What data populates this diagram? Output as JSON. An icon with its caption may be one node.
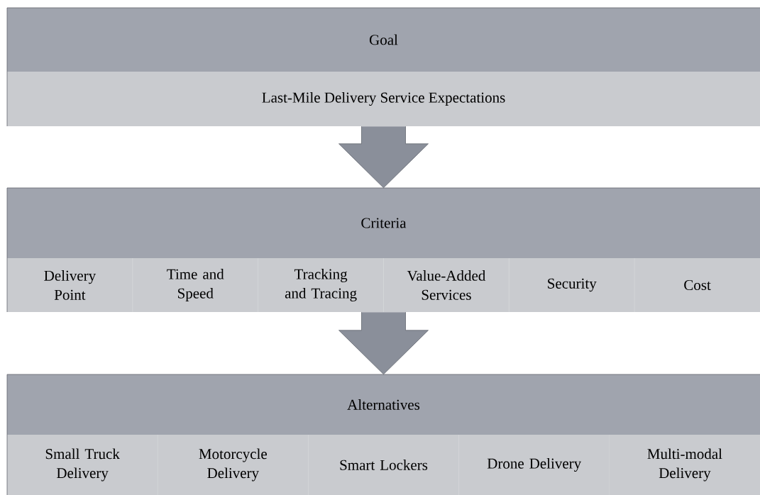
{
  "diagram": {
    "nodes": [
      {
        "text": [
          "Goal",
          "Last-Mile Delivery Service Expectations"
        ]
      },
      {
        "text": [
          "Criteria"
        ]
      },
      {
        "text": [
          "Delivery Point"
        ],
        "in": 1
      },
      {
        "text": [
          "Time and Speed"
        ],
        "in": 1
      },
      {
        "text": [
          "Tracking and Tracing"
        ],
        "in": 1
      },
      {
        "text": [
          "Value-Added Services"
        ],
        "in": 1
      },
      {
        "text": [
          "Security"
        ],
        "in": 1
      },
      {
        "text": [
          "Cost"
        ],
        "in": 1
      },
      {
        "text": [
          "Alternatives"
        ]
      },
      {
        "text": [
          "Small Truck Delivery"
        ],
        "in": 8
      },
      {
        "text": [
          "Motorcycle Delivery"
        ],
        "in": 8
      },
      {
        "text": [
          "Smart Lockers"
        ],
        "in": 8
      },
      {
        "text": [
          "Drone Delivery"
        ],
        "in": 8
      },
      {
        "text": [
          "Multi-modal Delivery"
        ],
        "in": 8
      }
    ],
    "edges": [
      {
        "from": 0,
        "to": 1,
        "arrow": "to"
      },
      {
        "from": 1,
        "to": 8,
        "arrow": "to"
      }
    ]
  }
}
